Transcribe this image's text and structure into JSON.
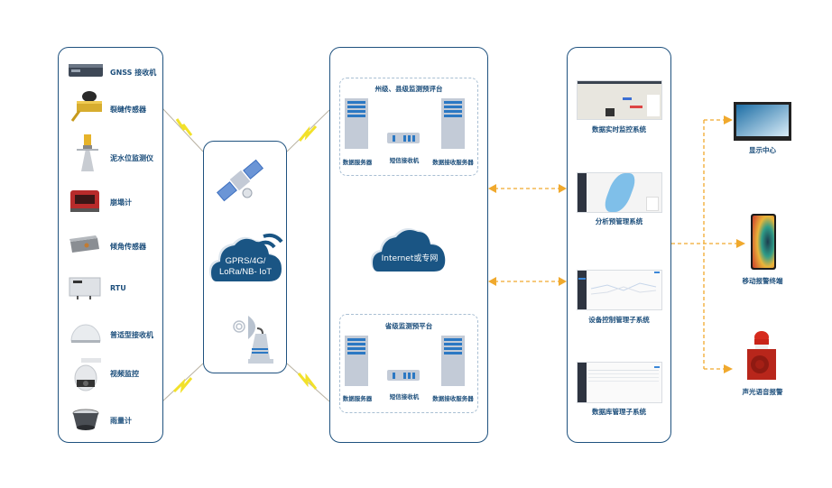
{
  "devices": {
    "items": [
      {
        "label": "GNSS 接收机",
        "icon": "gnss-receiver-icon"
      },
      {
        "label": "裂缝传感器",
        "icon": "crack-sensor-icon"
      },
      {
        "label": "泥水位监测仪",
        "icon": "mud-level-meter-icon"
      },
      {
        "label": "崩塌计",
        "icon": "collapse-meter-icon"
      },
      {
        "label": "倾角传感器",
        "icon": "tilt-sensor-icon"
      },
      {
        "label": "RTU",
        "icon": "rtu-icon"
      },
      {
        "label": "普适型接收机",
        "icon": "universal-receiver-icon"
      },
      {
        "label": "视频监控",
        "icon": "video-camera-icon"
      },
      {
        "label": "雨量计",
        "icon": "rain-gauge-icon"
      }
    ]
  },
  "network": {
    "cloud_label_line1": "GPRS/4G/",
    "cloud_label_line2": "LoRa/NB- IoT",
    "icons": [
      "satellite-icon",
      "wireless-cloud-icon",
      "radar-dish-icon"
    ]
  },
  "platforms": {
    "upper": {
      "title": "州级、县级监测预评台",
      "servers": [
        "数据服务器",
        "短信接收机",
        "数据接收服务器"
      ]
    },
    "internet": "Internet或专网",
    "lower": {
      "title": "省级监测预平台",
      "servers": [
        "数据服务器",
        "短信接收机",
        "数据接收服务器"
      ]
    }
  },
  "systems": {
    "items": [
      {
        "label": "数据实时监控系统",
        "icon": "map-monitor-screenshot"
      },
      {
        "label": "分析预管理系统",
        "icon": "analysis-map-screenshot"
      },
      {
        "label": "设备控制管理子系统",
        "icon": "chart-dashboard-screenshot"
      },
      {
        "label": "数据库管理子系统",
        "icon": "table-dashboard-screenshot"
      }
    ]
  },
  "outputs": {
    "items": [
      {
        "label": "显示中心",
        "icon": "display-monitor-icon"
      },
      {
        "label": "移动报警终端",
        "icon": "mobile-phone-icon"
      },
      {
        "label": "声光语音报警",
        "icon": "alarm-siren-icon"
      }
    ]
  },
  "colors": {
    "panel_border": "#1f527f",
    "cloud": "#1a5584",
    "arrow": "#f0a92d",
    "lightning": "#f2e12a",
    "server": "#c3cbd7",
    "server_stripe": "#2b78c3"
  }
}
